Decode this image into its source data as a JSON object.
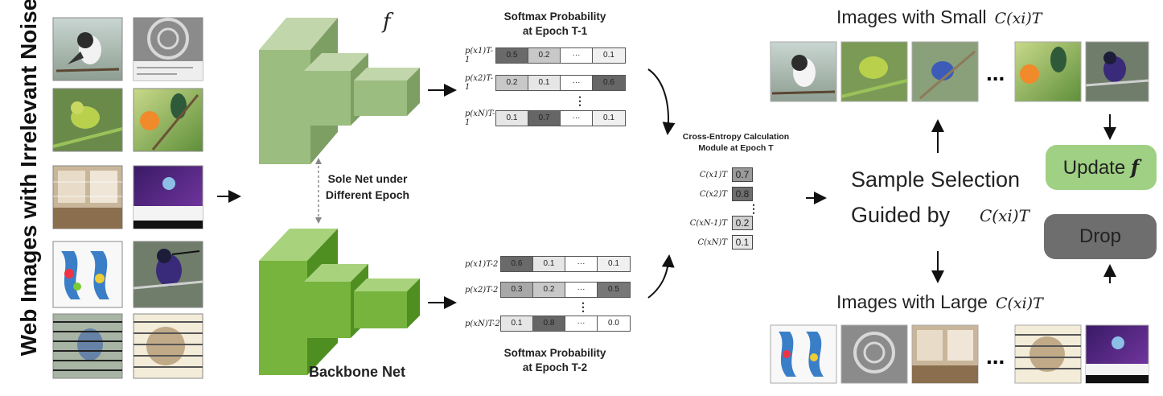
{
  "left_panel": {
    "title": "Web Images with Irrelevant Noise"
  },
  "backbone": {
    "f_symbol": "f",
    "sole_net_label": "Sole Net under Different Epoch",
    "label": "Backbone Net"
  },
  "softmax": {
    "top_title_line1": "Softmax Probability",
    "top_title_line2": "at Epoch T-1",
    "top_rows": [
      {
        "label": "p(x1)T-1",
        "cells": [
          "0.5",
          "0.2",
          "···",
          "0.1"
        ]
      },
      {
        "label": "p(x2)T-1",
        "cells": [
          "0.2",
          "0.1",
          "···",
          "0.6"
        ]
      },
      {
        "label": "p(xN)T-1",
        "cells": [
          "0.1",
          "0.7",
          "···",
          "0.1"
        ]
      }
    ],
    "bottom_rows": [
      {
        "label": "p(x1)T-2",
        "cells": [
          "0.6",
          "0.1",
          "···",
          "0.1"
        ]
      },
      {
        "label": "p(x2)T-2",
        "cells": [
          "0.3",
          "0.2",
          "···",
          "0.5"
        ]
      },
      {
        "label": "p(xN)T-2",
        "cells": [
          "0.1",
          "0.8",
          "···",
          "0.0"
        ]
      }
    ],
    "bottom_title_line1": "Softmax Probability",
    "bottom_title_line2": "at Epoch T-2",
    "vertical_ellipsis": "⋮"
  },
  "ce_module": {
    "title_line1": "Cross-Entropy Calculation",
    "title_line2": "Module at Epoch T",
    "rows": [
      {
        "label": "C(x1)T",
        "value": "0.7"
      },
      {
        "label": "C(x2)T",
        "value": "0.8"
      },
      {
        "label": "C(xN-1)T",
        "value": "0.2"
      },
      {
        "label": "C(xN)T",
        "value": "0.1"
      }
    ],
    "vertical_ellipsis": "⋮"
  },
  "selection": {
    "line1": "Sample Selection",
    "line2": "Guided by",
    "formula": "C(xi)T"
  },
  "small_panel": {
    "title": "Images with Small",
    "formula": "C(xi)T",
    "ellipsis": "..."
  },
  "large_panel": {
    "title": "Images with Large",
    "formula": "C(xi)T",
    "ellipsis": "..."
  },
  "update": {
    "label": "Update",
    "symbol": "f"
  },
  "drop": {
    "label": "Drop"
  }
}
